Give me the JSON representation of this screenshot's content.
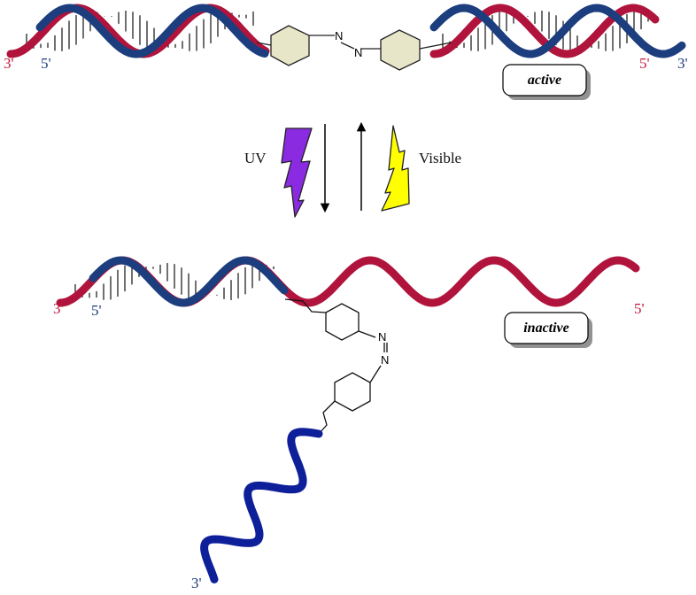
{
  "top_duplex": {
    "left_red_end": "3'",
    "left_blue_end": "5'",
    "right_red_end": "5'",
    "right_blue_end": "3'",
    "state_label": "active"
  },
  "switch": {
    "uv_label": "UV",
    "visible_label": "Visible"
  },
  "bottom_duplex": {
    "left_red_end": "3'",
    "left_blue_end": "5'",
    "right_red_end": "5'",
    "tail_end": "3'",
    "state_label": "inactive"
  },
  "azobenzene": {
    "atom_n1": "N",
    "atom_n2": "N"
  },
  "colors": {
    "strand_red": "#b0143c",
    "strand_blue": "#1c3d7e",
    "tail_blue": "#0e1f9a",
    "uv_bolt": "#8a2be2",
    "visible_bolt": "#ffff00"
  }
}
